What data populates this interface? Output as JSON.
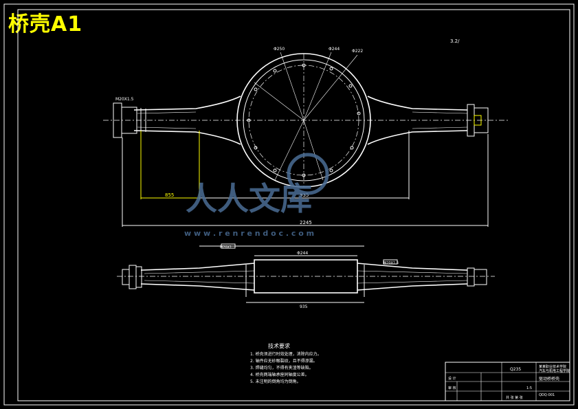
{
  "title": "桥壳A1",
  "scale_note": "3.2/",
  "dimensions": {
    "d1": "Φ250",
    "d2": "Φ244",
    "d3": "Φ222",
    "left_flange": "M20X1.5",
    "span_left": "855",
    "span_center": "935",
    "span_total": "2245",
    "rect_width": "Φ244",
    "rect_bottom": "935",
    "left_label_lower": "M20X1",
    "right_label_lower": "M20X1.5"
  },
  "tech_requirements": {
    "heading": "技术要求",
    "items": [
      "1. 桥壳须进行时效处理，消除内应力。",
      "2. 轴件应无砂眼裂纹，且不得渗漏。",
      "3. 焊缝均匀，不得有夹渣等缺陷。",
      "4. 桥壳两端轴承座同轴度公差。",
      "5. 未注明的倒角均为倒角。"
    ]
  },
  "title_block": {
    "material": "Q235",
    "school_line1": "某某职业技术学院",
    "school_line2": "汽车与机电工程学院",
    "part_name": "驱动桥桥壳",
    "drawing_no": "QDQ-001",
    "scale": "1:5",
    "designer": "设 计",
    "checker": "审 核",
    "sheet": "共 张 第 张"
  },
  "watermark": {
    "brand": "人人文库",
    "url": "w w w . r e n r e n d o c . c o m"
  }
}
